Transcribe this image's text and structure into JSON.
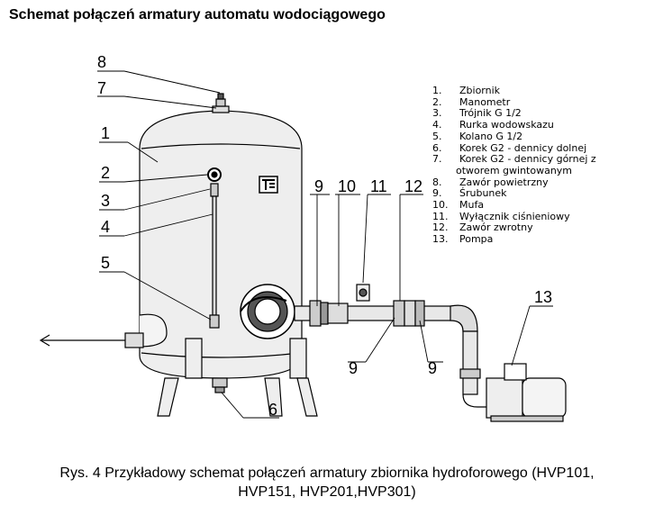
{
  "title": "Schemat połączeń armatury automatu wodociągowego",
  "callouts": {
    "c1": "1",
    "c2": "2",
    "c3": "3",
    "c4": "4",
    "c5": "5",
    "c6": "6",
    "c7": "7",
    "c8": "8",
    "c9a": "9",
    "c10": "10",
    "c11": "11",
    "c12": "12",
    "c9b": "9",
    "c9c": "9",
    "c13": "13"
  },
  "legend": [
    {
      "num": "1.",
      "text": "Zbiornik"
    },
    {
      "num": "2.",
      "text": "Manometr"
    },
    {
      "num": "3.",
      "text": "Trójnik G 1/2"
    },
    {
      "num": "4.",
      "text": "Rurka wodowskazu"
    },
    {
      "num": "5.",
      "text": "Kolano G 1/2"
    },
    {
      "num": "6.",
      "text": "Korek G2 - dennicy dolnej"
    },
    {
      "num": "7.",
      "text": "Korek G2 - dennicy górnej z"
    },
    {
      "num": "",
      "text": "otworem gwintowanym"
    },
    {
      "num": "8.",
      "text": "Zawór powietrzny"
    },
    {
      "num": "9.",
      "text": "Śrubunek"
    },
    {
      "num": "10.",
      "text": "Mufa"
    },
    {
      "num": "11.",
      "text": "Wyłącznik ciśnieniowy"
    },
    {
      "num": "12.",
      "text": "Zawór zwrotny"
    },
    {
      "num": "13.",
      "text": "Pompa"
    }
  ],
  "caption": {
    "line1": "Rys. 4 Przykładowy schemat połączeń armatury zbiornika hydroforowego (HVP101,",
    "line2": "HVP151, HVP201,HVP301)"
  }
}
